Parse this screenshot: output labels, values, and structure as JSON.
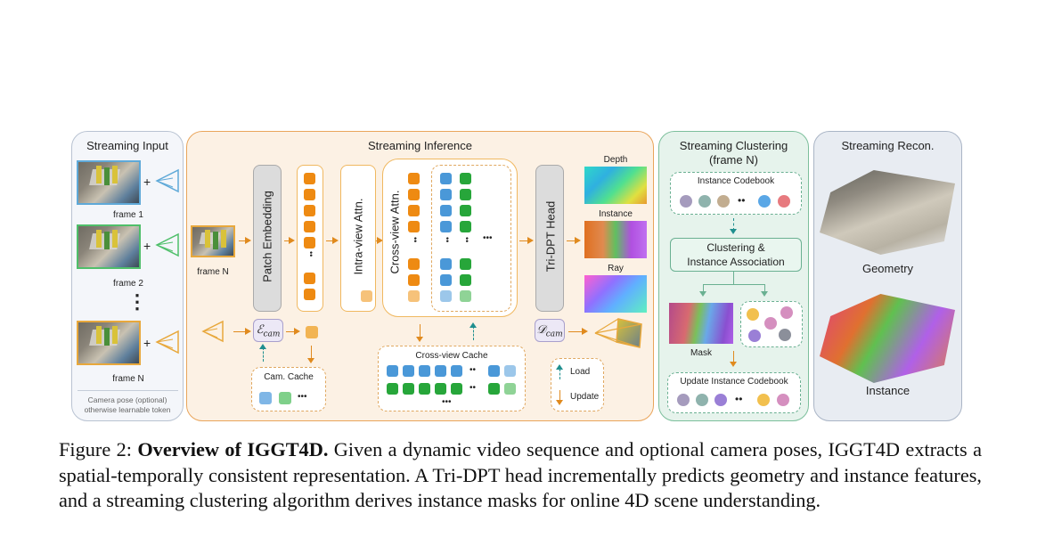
{
  "panels": {
    "input_title": "Streaming Input",
    "inference_title": "Streaming Inference",
    "clustering_title_line1": "Streaming Clustering",
    "clustering_title_line2": "(frame N)",
    "recon_title": "Streaming Recon."
  },
  "input": {
    "frame1": "frame 1",
    "frame2": "frame 2",
    "frameN": "frame N",
    "vdots": "⋮",
    "plus": "+",
    "note_line1": "Camera pose (optional)",
    "note_line2": "otherwise learnable token"
  },
  "inference": {
    "frame_label": "frame N",
    "patch_embedding": "Patch Embedding",
    "intra_view": "Intra-view Attn.",
    "cross_view": "Cross-view Attn.",
    "tri_dpt": "Tri-DPT Head",
    "e_cam": "ℰ",
    "e_cam_sub": "cam",
    "d_cam": "𝒟",
    "d_cam_sub": "cam",
    "cam_cache": "Cam. Cache",
    "cross_cache": "Cross-view Cache",
    "ellipsis": "•••",
    "dots_v": "••",
    "legend_load": "Load",
    "legend_update": "Update",
    "outputs": {
      "depth": "Depth",
      "instance": "Instance",
      "ray": "Ray"
    }
  },
  "clustering": {
    "codebook": "Instance Codebook",
    "assoc_line1": "Clustering &",
    "assoc_line2": "Instance Association",
    "mask": "Mask",
    "update_codebook": "Update Instance Codebook",
    "dots": "••",
    "codebook_colors": [
      "#a59bbd",
      "#8fb3ad",
      "#c2ad90",
      "#5aa7e6",
      "#e77a7f"
    ],
    "cluster_colors": [
      "#f2c04e",
      "#d58fbf",
      "#9a7fd6",
      "#8b8f9a",
      "#a59bbd"
    ],
    "update_colors": [
      "#a59bbd",
      "#8fb3ad",
      "#9a7fd6",
      "#f2c04e",
      "#d58fbf"
    ]
  },
  "recon": {
    "geometry": "Geometry",
    "instance": "Instance"
  },
  "caption": {
    "prefix": "Figure 2: ",
    "bold": "Overview of IGGT4D.",
    "text": " Given a dynamic video sequence and optional camera poses, IGGT4D extracts a spatial-temporally consistent representation.  A Tri-DPT head incrementally predicts geometry and instance features, and a streaming clustering algorithm derives instance masks for online 4D scene understanding."
  },
  "colors": {
    "input_bg": "#f4f6fa",
    "inference_bg": "#fcf1e4",
    "clustering_bg": "#e6f3ec",
    "recon_bg": "#e8ecf2",
    "orange": "#ee8a12",
    "blue": "#4a98d8",
    "green": "#27a63a"
  }
}
